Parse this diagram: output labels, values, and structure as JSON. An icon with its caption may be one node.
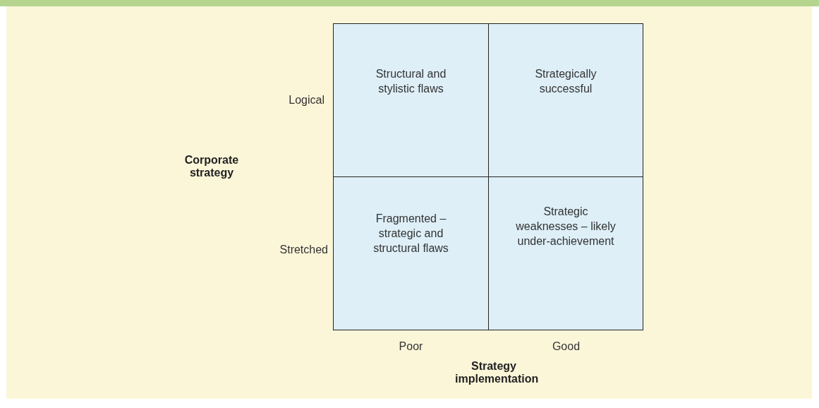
{
  "diagram": {
    "nodes": [
      {
        "text": [
          "Structural and stylistic flaws"
        ]
      },
      {
        "text": [
          "Strategically successful"
        ]
      },
      {
        "text": [
          "Fragmented – strategic and structural flaws"
        ]
      },
      {
        "text": [
          "Strategic weaknesses – likely under-achievement"
        ]
      }
    ],
    "labels": [
      "Logical",
      "Corporate strategy",
      "Stretched",
      "Poor",
      "Good",
      "Strategy implementation"
    ]
  }
}
